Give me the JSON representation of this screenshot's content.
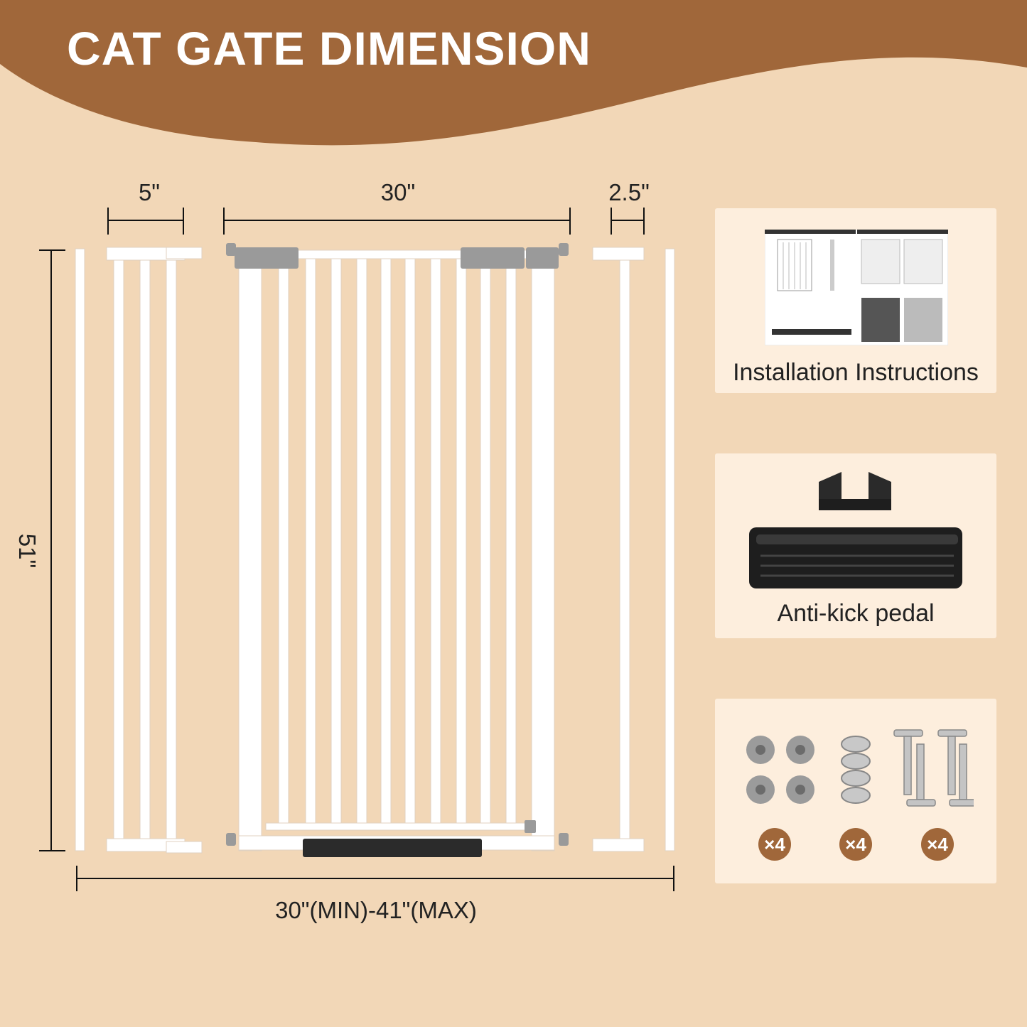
{
  "title": "CAT GATE DIMENSION",
  "dimensions": {
    "ext_5": "5\"",
    "gate_width": "30\"",
    "ext_2_5": "2.5\"",
    "height": "51\"",
    "range": "30\"(MIN)-41\"(MAX)"
  },
  "cards": {
    "instructions": {
      "caption": "Installation Instructions"
    },
    "pedal": {
      "caption": "Anti-kick pedal"
    },
    "hardware": {
      "items": [
        {
          "name": "star-knob",
          "count": "×4"
        },
        {
          "name": "washer",
          "count": "×4"
        },
        {
          "name": "bolt",
          "count": "×4"
        }
      ]
    }
  },
  "colors": {
    "background": "#f2d7b7",
    "banner": "#a0673a",
    "card": "#fdeedd",
    "gate": "#ffffff",
    "accent_gray": "#9a9a9a"
  }
}
